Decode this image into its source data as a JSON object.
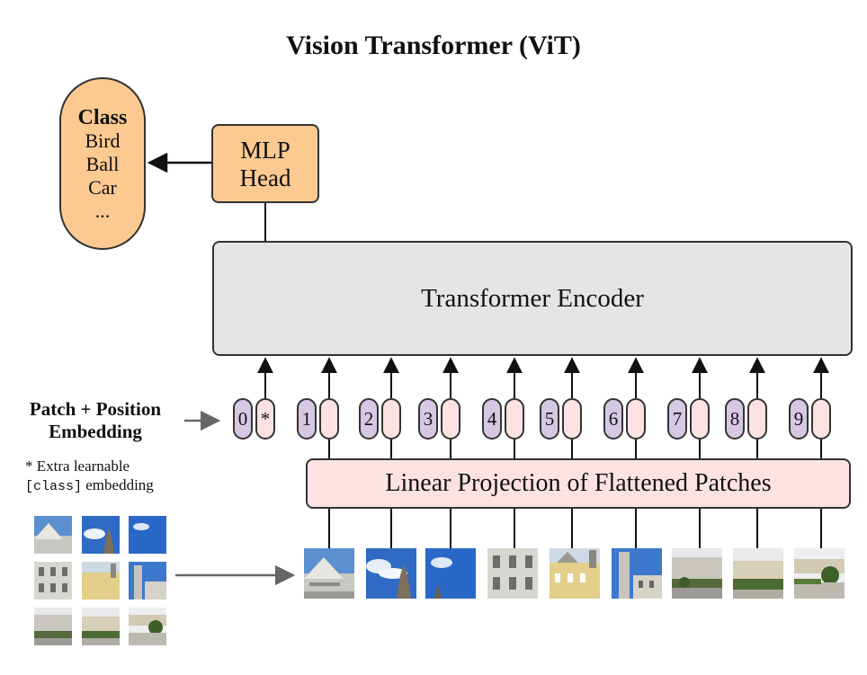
{
  "title": "Vision Transformer (ViT)",
  "class_box": {
    "heading": "Class",
    "items": [
      "Bird",
      "Ball",
      "Car",
      "..."
    ]
  },
  "mlp_head": {
    "line1": "MLP",
    "line2": "Head"
  },
  "encoder": {
    "label": "Transformer Encoder"
  },
  "linear_projection": {
    "label": "Linear Projection of Flattened Patches"
  },
  "patch_position": {
    "line1": "Patch + Position",
    "line2": "Embedding"
  },
  "extra_note": {
    "prefix": "* Extra learnable",
    "code": "[class]",
    "suffix": " embedding"
  },
  "tokens": [
    "0",
    "1",
    "2",
    "3",
    "4",
    "5",
    "6",
    "7",
    "8",
    "9"
  ],
  "class_token_mark": "*",
  "colors": {
    "orange_fill": "#fcc990",
    "encoder_fill": "#e5e5e5",
    "pink_fill": "#fde2e2",
    "purple_fill": "#d6c7e3",
    "stroke": "#333333"
  },
  "patches": [
    "sky-palace-roof",
    "sky-clouds-spire",
    "sky-blue-spire",
    "palace-facade-white",
    "palace-facade-yellow",
    "tower-blue-sky",
    "street-trees",
    "garden-hedge",
    "plaza-trees"
  ]
}
